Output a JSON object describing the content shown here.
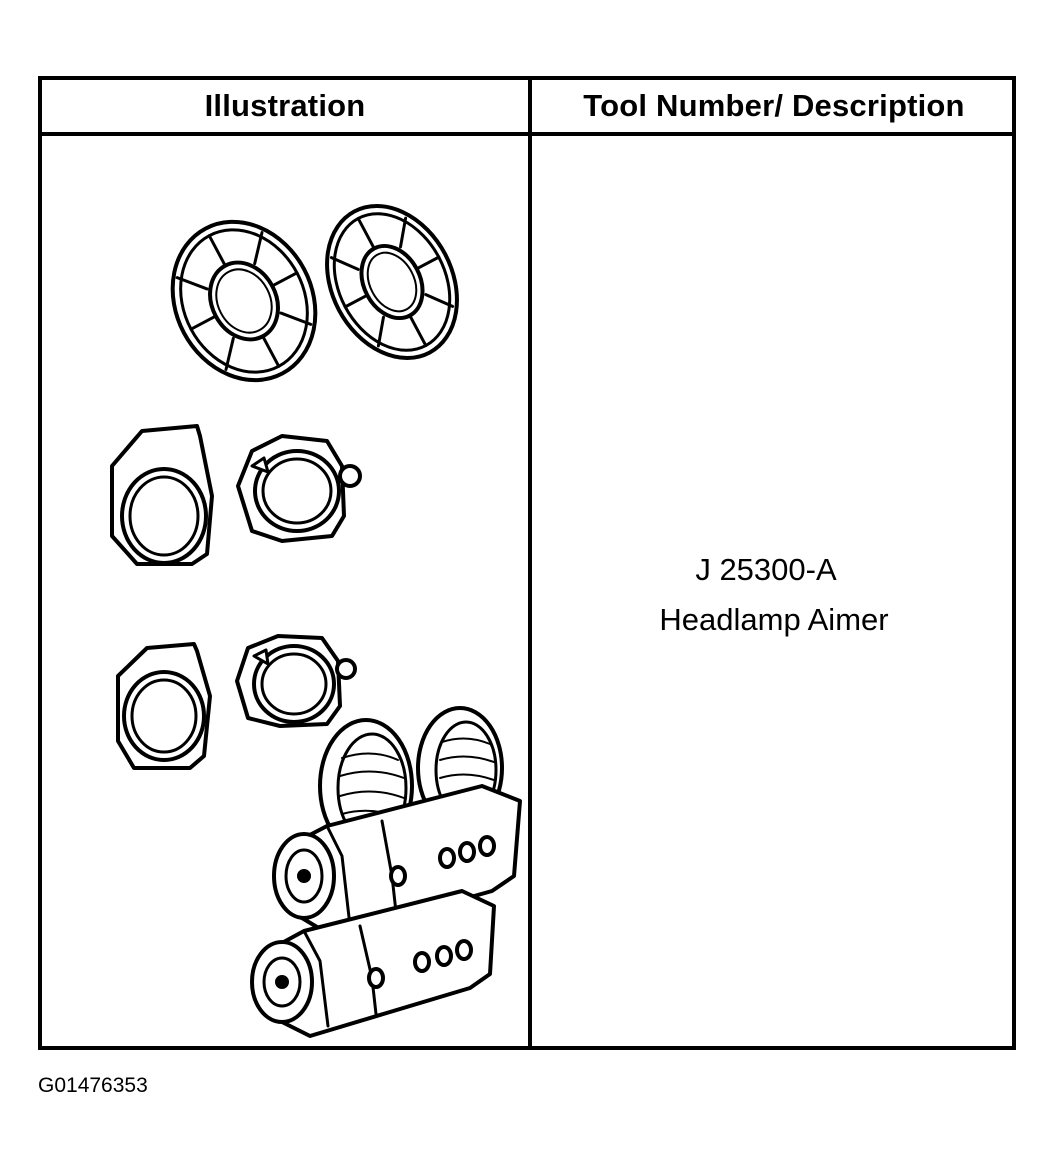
{
  "table": {
    "headers": {
      "illustration": "Illustration",
      "description": "Tool Number/ Description"
    },
    "rows": [
      {
        "illustration_icon": "headlamp-aimer-kit-icon",
        "tool_number": "J 25300-A",
        "description": "Headlamp Aimer"
      }
    ]
  },
  "figure_id": "G01476353"
}
